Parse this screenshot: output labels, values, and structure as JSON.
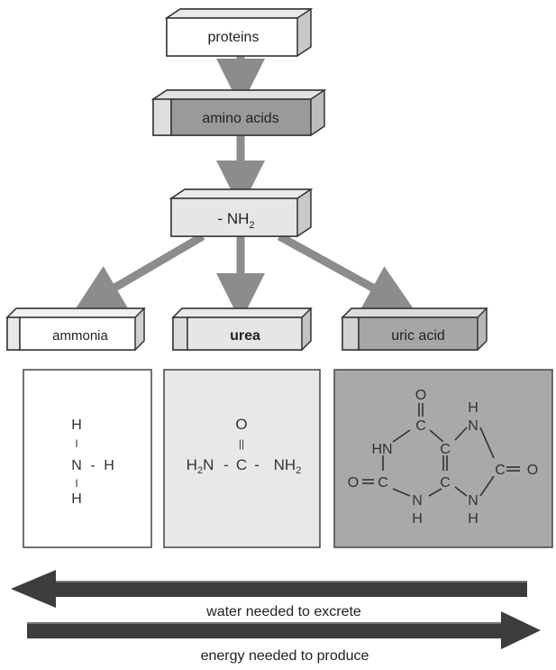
{
  "boxes": {
    "proteins": "proteins",
    "amino_acids": "amino acids",
    "nh2_prefix": "- NH",
    "nh2_sub": "2",
    "ammonia": "ammonia",
    "urea": "urea",
    "uric_acid": "uric acid"
  },
  "structures": {
    "ammonia": {
      "h_top": "H",
      "dash_v1": "I",
      "n": "N",
      "dash_h": "-",
      "h_right": "H",
      "dash_v2": "I",
      "h_bottom": "H"
    },
    "urea": {
      "o": "O",
      "double": "||",
      "h2n_prefix": "H",
      "h2n_sub": "2",
      "h2n_suffix": "N",
      "dash1": "-",
      "c": "C",
      "dash2": "-",
      "nh2_prefix": "NH",
      "nh2_sub": "2"
    },
    "uric_acid": {
      "o_top": "O",
      "c_top": "C",
      "h_top": "H",
      "n_top": "N",
      "hn": "HN",
      "c_mid_right": "C",
      "c_right": "C",
      "o_right": "O",
      "o_left": "O",
      "c_left": "C",
      "n_bottom_left": "N",
      "c_mid": "C",
      "n_bottom_right": "N",
      "h_bottom_left": "H",
      "h_bottom_right": "H"
    }
  },
  "arrows": {
    "water": "water needed to excrete",
    "energy": "energy needed to produce"
  },
  "colors": {
    "box_white": "#ffffff",
    "box_light": "#e6e6e6",
    "box_mid": "#b3b3b3",
    "box_dark": "#9a9a9a",
    "arrow_gray": "#8c8c8c",
    "arrow_dark": "#3d3d3d",
    "panel_light": "#e8e8e8",
    "panel_dark": "#a9a9a9"
  }
}
